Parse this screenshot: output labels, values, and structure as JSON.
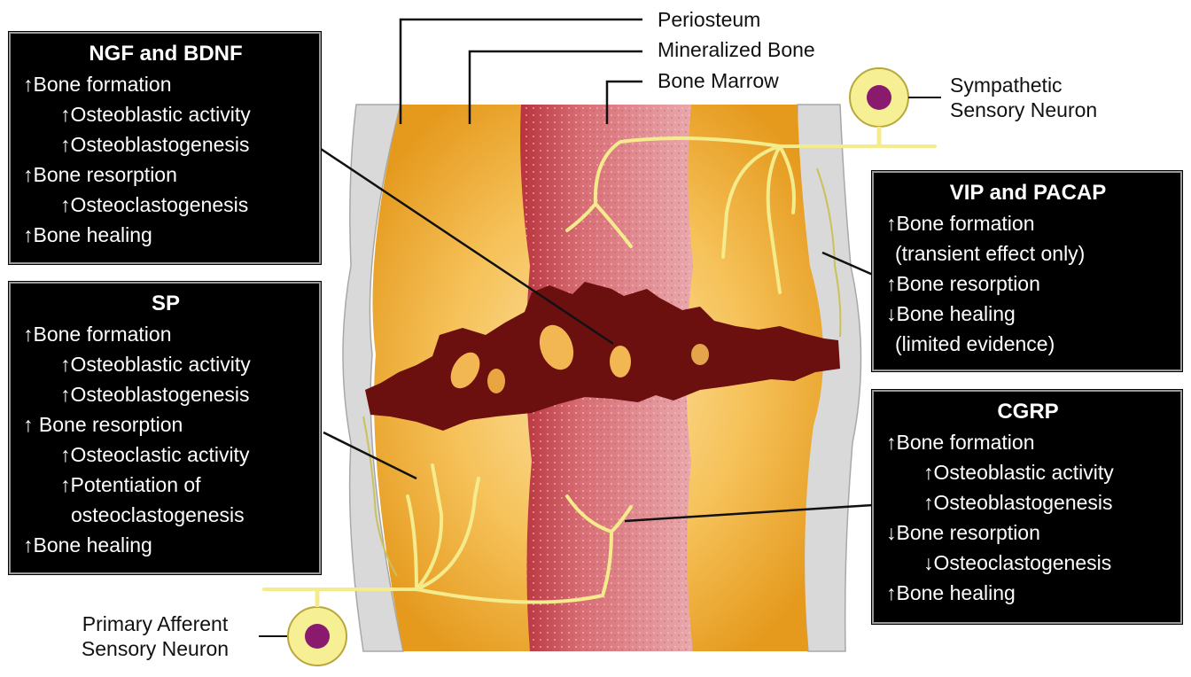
{
  "labels": {
    "periosteum": "Periosteum",
    "mineralized_bone": "Mineralized Bone",
    "bone_marrow": "Bone Marrow",
    "sympathetic_line1": "Sympathetic",
    "sympathetic_line2": "Sensory Neuron",
    "primary_line1": "Primary Afferent",
    "primary_line2": "Sensory Neuron"
  },
  "boxes": {
    "ngf": {
      "title": "NGF and BDNF",
      "lines": [
        "↑Bone formation",
        "↑Osteoblastic activity",
        "↑Osteoblastogenesis",
        "↑Bone resorption",
        "↑Osteoclastogenesis",
        "↑Bone healing"
      ]
    },
    "sp": {
      "title": "SP",
      "lines": [
        "↑Bone formation",
        "↑Osteoblastic activity",
        "↑Osteoblastogenesis",
        "↑ Bone resorption",
        "↑Osteoclastic activity",
        "↑Potentiation of",
        "osteoclastogenesis",
        "↑Bone healing"
      ]
    },
    "vip": {
      "title": "VIP and PACAP",
      "lines": [
        "↑Bone formation",
        "(transient effect only)",
        "↑Bone resorption",
        "↓Bone healing",
        "(limited evidence)"
      ]
    },
    "cgrp": {
      "title": "CGRP",
      "lines": [
        "↑Bone formation",
        "↑Osteoblastic activity",
        "↑Osteoblastogenesis",
        "↓Bone resorption",
        "↓Osteoclastogenesis",
        "↑Bone healing"
      ]
    }
  },
  "colors": {
    "box_background": "#000000",
    "box_border": "#9a9a9a",
    "periosteum": "#d9d9d9",
    "mineralized_bone": "#f3b23a",
    "bone_marrow": "#c9555c",
    "fracture": "#6b0f0f",
    "nerve": "#f4ec8c",
    "neuron_nucleus": "#8a1a6e"
  }
}
